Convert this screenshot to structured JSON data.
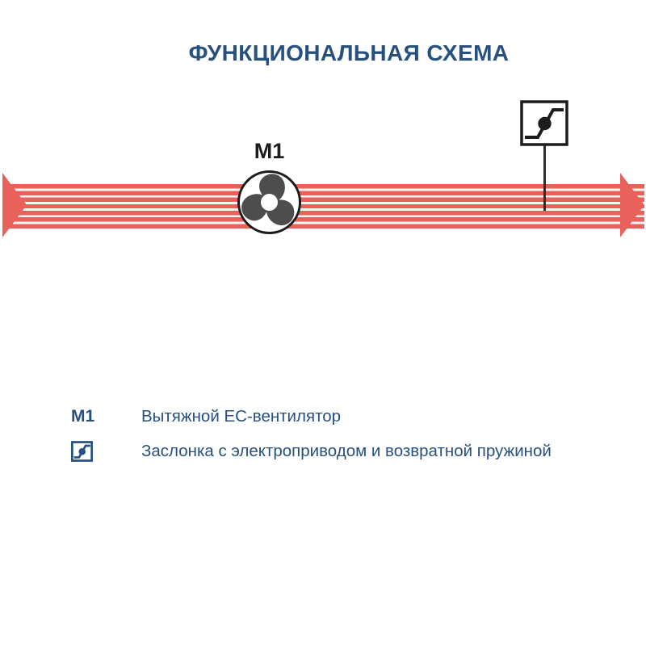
{
  "title": "ФУНКЦИОНАЛЬНАЯ СХЕМА",
  "colors": {
    "navy_text": "#27507F",
    "duct_red": "#E8615A",
    "fan_blade_gray": "#4D4D4D",
    "symbol_black": "#1C1C1C"
  },
  "diagram": {
    "fan_label": "M1",
    "fan_icon": "exhaust-ec-fan-icon",
    "damper_icon": "damper-with-actuator-icon",
    "airflow_direction": "left-to-right"
  },
  "legend": {
    "items": [
      {
        "key": "M1",
        "description": "Вытяжной EC-вентилятор"
      },
      {
        "key": "damper-icon",
        "description": "Заслонка с электроприводом и возвратной пружиной"
      }
    ]
  }
}
